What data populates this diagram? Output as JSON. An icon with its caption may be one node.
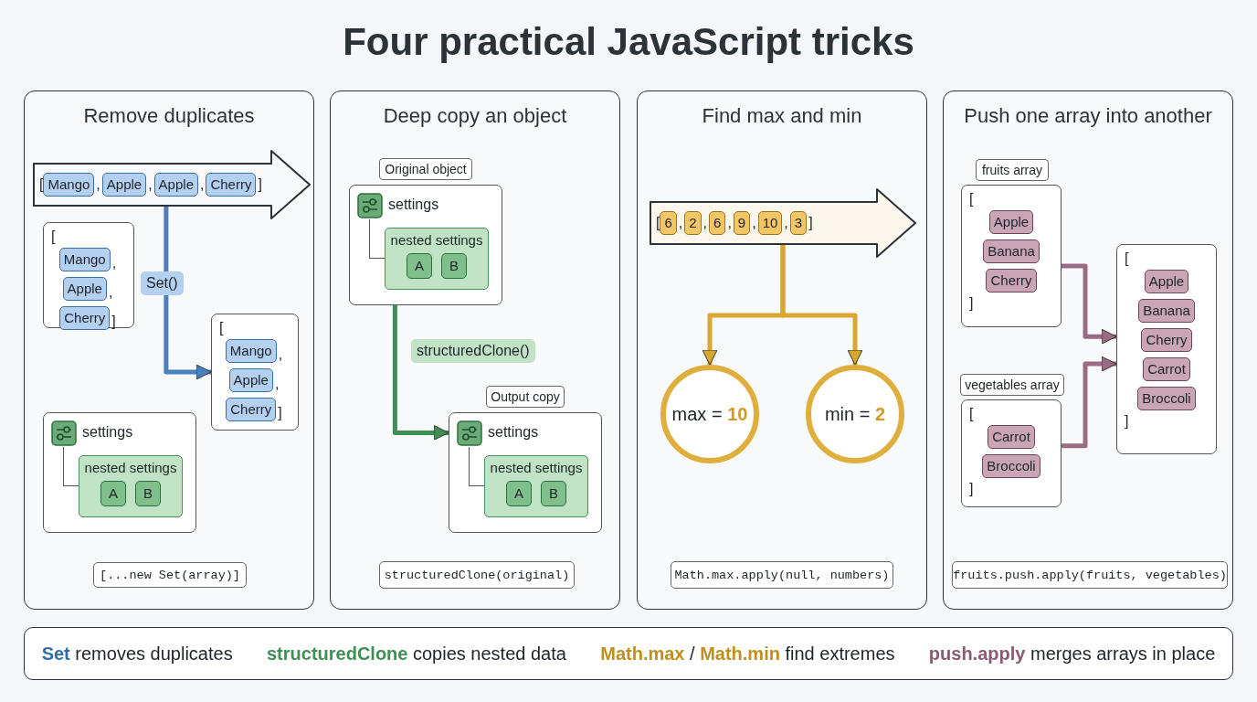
{
  "diagram": {
    "title": "Four practical JavaScript tricks",
    "nodes": [
      {
        "text": [
          "Remove duplicates"
        ]
      },
      {
        "text": [
          "[",
          ",",
          ",",
          ",",
          "]"
        ],
        "in": 0
      },
      {
        "text": [
          "Mango"
        ],
        "in": 1
      },
      {
        "text": [
          "Apple"
        ],
        "in": 1
      },
      {
        "text": [
          "Apple"
        ],
        "in": 1
      },
      {
        "text": [
          "Cherry"
        ],
        "in": 1
      },
      {
        "text": [
          "[",
          ",",
          ",",
          "]"
        ],
        "in": 0
      },
      {
        "text": [
          "Mango"
        ],
        "in": 6
      },
      {
        "text": [
          "Apple"
        ],
        "in": 6
      },
      {
        "text": [
          "Cherry"
        ],
        "in": 6
      },
      {
        "text": [
          "[",
          ",",
          ",",
          "]"
        ],
        "in": 0
      },
      {
        "text": [
          "Mango"
        ],
        "in": 10
      },
      {
        "text": [
          "Apple"
        ],
        "in": 10
      },
      {
        "text": [
          "Cherry"
        ],
        "in": 10
      },
      {
        "text": [
          "settings"
        ],
        "in": 0
      },
      {
        "text": [
          "nested settings"
        ],
        "in": 14
      },
      {
        "text": [
          "A"
        ],
        "in": 15
      },
      {
        "text": [
          "B"
        ],
        "in": 15
      },
      {
        "text": [
          "[...new Set(array)]"
        ],
        "in": 0
      },
      {
        "text": [
          "Deep copy an object"
        ]
      },
      {
        "text": [
          "Original object"
        ],
        "in": 19
      },
      {
        "text": [
          "settings"
        ],
        "in": 19
      },
      {
        "text": [
          "nested settings"
        ],
        "in": 21
      },
      {
        "text": [
          "A"
        ],
        "in": 22
      },
      {
        "text": [
          "B"
        ],
        "in": 22
      },
      {
        "text": [
          "Output copy"
        ],
        "in": 19
      },
      {
        "text": [
          "settings"
        ],
        "in": 19
      },
      {
        "text": [
          "nested settings"
        ],
        "in": 26
      },
      {
        "text": [
          "A"
        ],
        "in": 27
      },
      {
        "text": [
          "B"
        ],
        "in": 27
      },
      {
        "text": [
          "structuredClone(original)"
        ],
        "in": 19
      },
      {
        "text": [
          "Find max and min"
        ]
      },
      {
        "text": [
          "[",
          ",",
          ",",
          ",",
          ",",
          ",",
          "]"
        ],
        "in": 31
      },
      {
        "text": [
          "6"
        ],
        "in": 32
      },
      {
        "text": [
          "2"
        ],
        "in": 32
      },
      {
        "text": [
          "6"
        ],
        "in": 32
      },
      {
        "text": [
          "9"
        ],
        "in": 32
      },
      {
        "text": [
          "10"
        ],
        "in": 32
      },
      {
        "text": [
          "3"
        ],
        "in": 32
      },
      {
        "text": [
          "max = **10**"
        ],
        "in": 31
      },
      {
        "text": [
          "min = **2**"
        ],
        "in": 31
      },
      {
        "text": [
          "Math.max.apply(null, numbers)"
        ],
        "in": 31
      },
      {
        "text": [
          "Push one array into another"
        ]
      },
      {
        "text": [
          "fruits array"
        ],
        "in": 42
      },
      {
        "text": [
          "[",
          "]"
        ],
        "in": 42
      },
      {
        "text": [
          "Apple"
        ],
        "in": 44
      },
      {
        "text": [
          "Banana"
        ],
        "in": 44
      },
      {
        "text": [
          "Cherry"
        ],
        "in": 44
      },
      {
        "text": [
          "vegetables array"
        ],
        "in": 42
      },
      {
        "text": [
          "[",
          "]"
        ],
        "in": 42
      },
      {
        "text": [
          "Carrot"
        ],
        "in": 49
      },
      {
        "text": [
          "Broccoli"
        ],
        "in": 49
      },
      {
        "text": [
          "[",
          "]"
        ],
        "in": 42
      },
      {
        "text": [
          "Apple"
        ],
        "in": 52
      },
      {
        "text": [
          "Banana"
        ],
        "in": 52
      },
      {
        "text": [
          "Cherry"
        ],
        "in": 52
      },
      {
        "text": [
          "Carrot"
        ],
        "in": 52
      },
      {
        "text": [
          "Broccoli"
        ],
        "in": 52
      },
      {
        "text": [
          "fruits.push.apply(fruits, vegetables)"
        ],
        "in": 42
      },
      {
        "text": [
          "**Set** removes duplicates",
          "**structuredClone** copies nested data",
          "**Math.max** / **Math.min** find extremes",
          "**push.apply** merges arrays in place"
        ]
      }
    ],
    "edges": [
      {
        "from": 1,
        "to": 10,
        "arrow": "to",
        "label": "Set()",
        "color": "#4a7fc0"
      },
      {
        "from": 21,
        "to": 26,
        "arrow": "to",
        "label": "structuredClone()",
        "color": "#3f8f55"
      },
      {
        "from": 32,
        "to": 39,
        "arrow": "to",
        "color": "#d9a62e"
      },
      {
        "from": 32,
        "to": 40,
        "arrow": "to",
        "color": "#d9a62e"
      },
      {
        "from": 44,
        "to": 52,
        "arrow": "to",
        "color": "#9b6b84"
      },
      {
        "from": 49,
        "to": 52,
        "arrow": "to",
        "color": "#9b6b84"
      }
    ]
  }
}
